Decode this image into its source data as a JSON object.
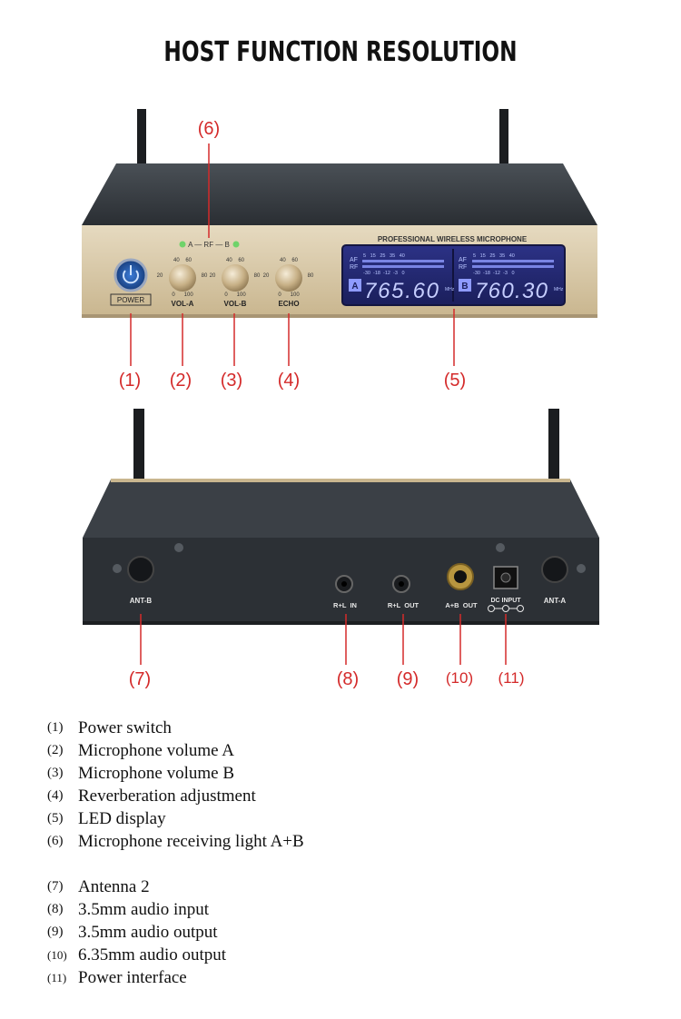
{
  "title": "HOST FUNCTION RESOLUTION",
  "front_panel": {
    "power_label": "POWER",
    "rf_label": "A — RF — B",
    "knobs": [
      {
        "label": "VOL-A",
        "scale_top": "40    60",
        "scale_left": "20",
        "scale_right": "80",
        "scale_bottom": "0      100"
      },
      {
        "label": "VOL-B",
        "scale_top": "40    60",
        "scale_left": "20",
        "scale_right": "80",
        "scale_bottom": "0      100"
      },
      {
        "label": "ECHO",
        "scale_top": "40    60",
        "scale_left": "20",
        "scale_right": "80",
        "scale_bottom": "0      100"
      }
    ],
    "display_title": "PROFESSIONAL WIRELESS MICROPHONE",
    "channels": [
      {
        "letter": "A",
        "frequency": "765.60",
        "unit": "MHz",
        "af": "AF",
        "rf": "RF",
        "scale_top": "5   15   25   35   40",
        "scale_bottom": "-30  -18  -12  -3   0"
      },
      {
        "letter": "B",
        "frequency": "760.30",
        "unit": "MHz",
        "af": "AF",
        "rf": "RF",
        "scale_top": "5   15   25   35   40",
        "scale_bottom": "-30  -18  -12  -3   0"
      }
    ]
  },
  "back_panel": {
    "ant_b": "ANT-B",
    "ant_a": "ANT-A",
    "rl_in": "R+L  IN",
    "rl_out": "R+L  OUT",
    "ab_out": "A+B  OUT",
    "dc_input": "DC INPUT"
  },
  "callouts_top": [
    "(1)",
    "(2)",
    "(3)",
    "(4)",
    "(5)",
    "(6)"
  ],
  "callouts_bottom": [
    "(7)",
    "(8)",
    "(9)",
    "(10)",
    "(11)"
  ],
  "legend_group_1": [
    {
      "num": "(1)",
      "text": "Power switch"
    },
    {
      "num": "(2)",
      "text": "Microphone volume A"
    },
    {
      "num": "(3)",
      "text": "Microphone volume B"
    },
    {
      "num": "(4)",
      "text": "Reverberation adjustment"
    },
    {
      "num": "(5)",
      "text": "LED display"
    },
    {
      "num": "(6)",
      "text": "Microphone receiving light A+B"
    }
  ],
  "legend_group_2": [
    {
      "num": "(7)",
      "text": "Antenna 2"
    },
    {
      "num": "(8)",
      "text": "3.5mm audio input"
    },
    {
      "num": "(9)",
      "text": "3.5mm audio output"
    },
    {
      "num": "(10)",
      "text": "6.35mm audio output"
    },
    {
      "num": "(11)",
      "text": "Power interface"
    }
  ],
  "colors": {
    "callout": "#d42a2a",
    "panel_gold": "#d8c8a6",
    "chassis": "#2b2f33",
    "lcd": "#2a2f7a"
  }
}
